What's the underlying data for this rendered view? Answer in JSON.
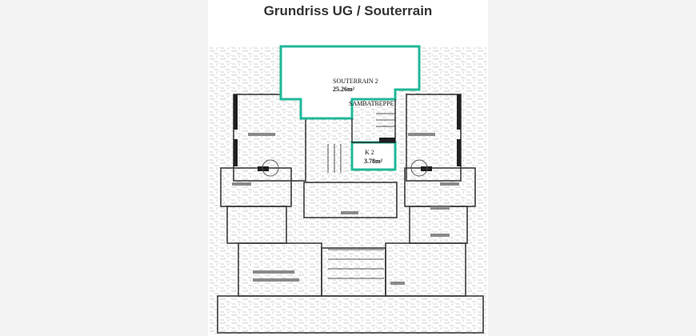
{
  "page": {
    "title": "Grundriss UG / Souterrain"
  },
  "highlight": {
    "color": "#1fb89a"
  },
  "rooms": {
    "souterrain2": {
      "name": "SOUTERRAIN 2",
      "area": "25.26m²"
    },
    "stair": {
      "name": "SAMBATREPPE"
    },
    "k2": {
      "name": "K 2",
      "area": "3.78m²"
    }
  }
}
